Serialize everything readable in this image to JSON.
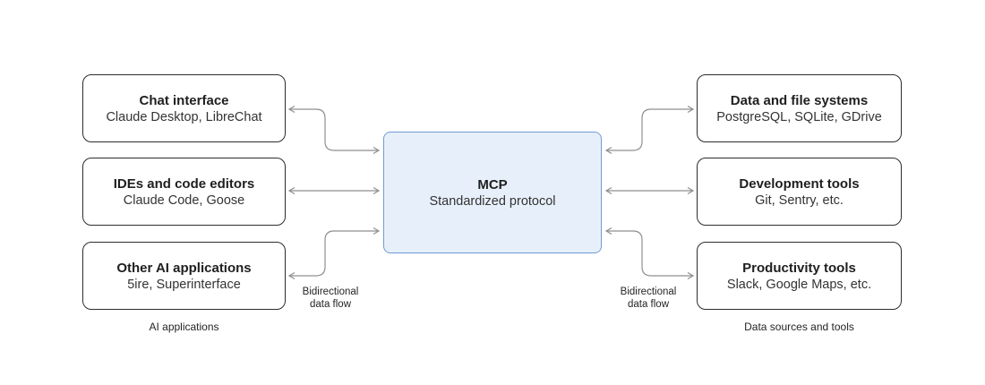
{
  "diagram": {
    "center_box": {
      "title": "MCP",
      "subtitle": "Standardized protocol"
    },
    "left": {
      "caption": "AI applications",
      "flow_label": {
        "line1": "Bidirectional",
        "line2": "data flow"
      },
      "boxes": [
        {
          "title": "Chat interface",
          "subtitle": "Claude Desktop, LibreChat"
        },
        {
          "title": "IDEs and code editors",
          "subtitle": "Claude Code, Goose"
        },
        {
          "title": "Other AI applications",
          "subtitle": "5ire, Superinterface"
        }
      ]
    },
    "right": {
      "caption": "Data sources and tools",
      "flow_label": {
        "line1": "Bidirectional",
        "line2": "data flow"
      },
      "boxes": [
        {
          "title": "Data and file systems",
          "subtitle": "PostgreSQL, SQLite, GDrive"
        },
        {
          "title": "Development tools",
          "subtitle": "Git, Sentry, etc."
        },
        {
          "title": "Productivity tools",
          "subtitle": "Slack, Google Maps, etc."
        }
      ]
    },
    "colors": {
      "center_fill": "#e7f0fa",
      "center_border": "#6f9bd3",
      "box_border": "#2d2d2d",
      "arrow": "#8f8f8f",
      "text": "#1f1f1f"
    }
  }
}
